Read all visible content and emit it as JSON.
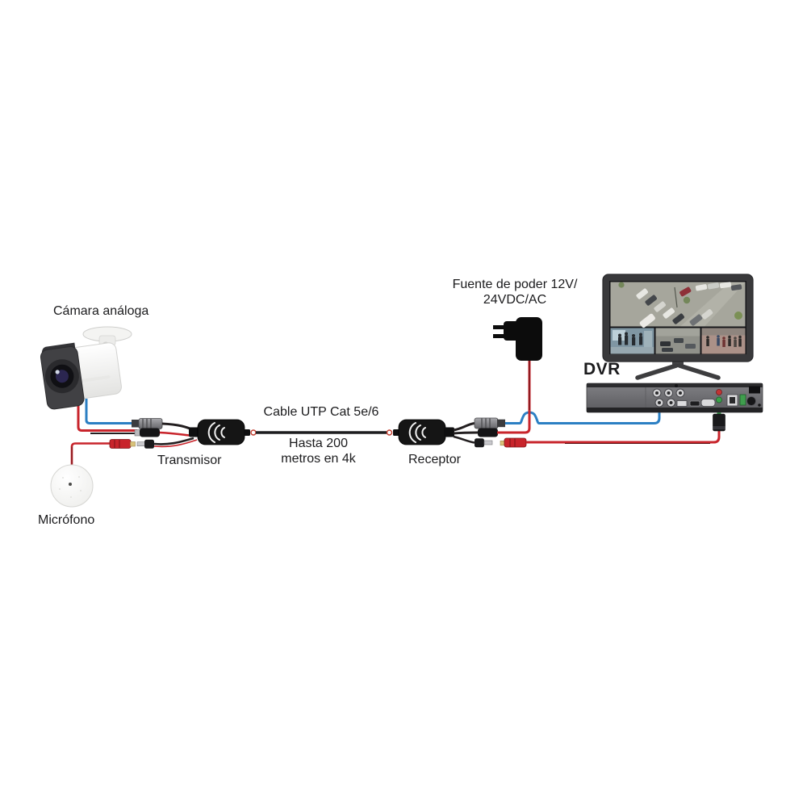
{
  "diagram": {
    "labels": {
      "camera": "Cámara análoga",
      "microphone": "Micrófono",
      "transmitter": "Transmisor",
      "cable": "Cable UTP Cat 5e/6",
      "cable_note": "Hasta 200\nmetros en 4k",
      "receiver": "Receptor",
      "power_supply": "Fuente de poder 12V/\n24VDC/AC",
      "dvr": "DVR"
    },
    "wires": [
      {
        "name": "camera-video",
        "color": "#2b7fc3",
        "from": "camera",
        "to": "transmitter-bnc"
      },
      {
        "name": "camera-power",
        "color": "#c8242b",
        "from": "camera",
        "to": "transmitter-dc-jack"
      },
      {
        "name": "microphone-audio",
        "color": "#c8242b",
        "from": "microphone",
        "to": "transmitter-rca"
      },
      {
        "name": "utp-link",
        "color": "#1d1d1f",
        "from": "transmitter",
        "to": "receiver"
      },
      {
        "name": "video-to-dvr",
        "color": "#2b7fc3",
        "from": "receiver-bnc",
        "to": "dvr-video-in"
      },
      {
        "name": "power-to-receiver",
        "color": "#c8242b",
        "from": "power-supply",
        "to": "receiver-dc-jack"
      },
      {
        "name": "audio-to-dvr",
        "color": "#c8242b",
        "from": "receiver-rca",
        "to": "dvr-audio-in"
      }
    ],
    "colors": {
      "wire_video_blue": "#2b7fc3",
      "wire_power_red": "#c8242b",
      "wire_black": "#231f20",
      "balun_body": "#151515",
      "rca_red": "#c8242b",
      "rca_gold_tip": "#d9c27a",
      "audio_plug_green": "#3aa14a",
      "dvr_body": "#6d6d71",
      "monitor_bezel": "#39393b",
      "text": "#1b1b1d"
    }
  }
}
